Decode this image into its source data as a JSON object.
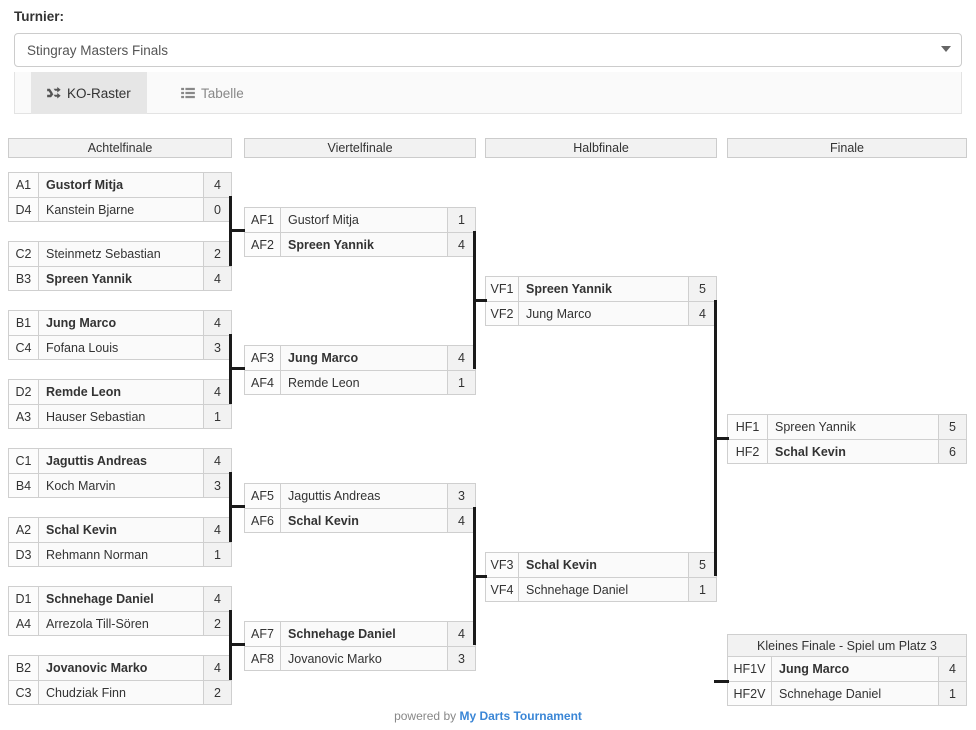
{
  "header": {
    "label": "Turnier:",
    "selected_tournament": "Stingray Masters Finals"
  },
  "tabs": [
    {
      "label": "KO-Raster",
      "icon": "shuffle-icon",
      "active": true
    },
    {
      "label": "Tabelle",
      "icon": "list-icon",
      "active": false
    }
  ],
  "rounds": [
    {
      "name": "Achtelfinale"
    },
    {
      "name": "Viertelfinale"
    },
    {
      "name": "Halbfinale"
    },
    {
      "name": "Finale"
    }
  ],
  "third_place": {
    "title": "Kleines Finale - Spiel um Platz 3"
  },
  "footer": {
    "prefix": "powered by ",
    "brand": "My Darts Tournament"
  },
  "bracket_data": {
    "round16": [
      {
        "top": {
          "seed": "A1",
          "name": "Gustorf Mitja",
          "score": "4",
          "winner": true
        },
        "bottom": {
          "seed": "D4",
          "name": "Kanstein Bjarne",
          "score": "0",
          "winner": false
        }
      },
      {
        "top": {
          "seed": "C2",
          "name": "Steinmetz Sebastian",
          "score": "2",
          "winner": false
        },
        "bottom": {
          "seed": "B3",
          "name": "Spreen Yannik",
          "score": "4",
          "winner": true
        }
      },
      {
        "top": {
          "seed": "B1",
          "name": "Jung Marco",
          "score": "4",
          "winner": true
        },
        "bottom": {
          "seed": "C4",
          "name": "Fofana Louis",
          "score": "3",
          "winner": false
        }
      },
      {
        "top": {
          "seed": "D2",
          "name": "Remde Leon",
          "score": "4",
          "winner": true
        },
        "bottom": {
          "seed": "A3",
          "name": "Hauser Sebastian",
          "score": "1",
          "winner": false
        }
      },
      {
        "top": {
          "seed": "C1",
          "name": "Jaguttis Andreas",
          "score": "4",
          "winner": true
        },
        "bottom": {
          "seed": "B4",
          "name": "Koch Marvin",
          "score": "3",
          "winner": false
        }
      },
      {
        "top": {
          "seed": "A2",
          "name": "Schal Kevin",
          "score": "4",
          "winner": true
        },
        "bottom": {
          "seed": "D3",
          "name": "Rehmann Norman",
          "score": "1",
          "winner": false
        }
      },
      {
        "top": {
          "seed": "D1",
          "name": "Schnehage Daniel",
          "score": "4",
          "winner": true
        },
        "bottom": {
          "seed": "A4",
          "name": "Arrezola Till-Sören",
          "score": "2",
          "winner": false
        }
      },
      {
        "top": {
          "seed": "B2",
          "name": "Jovanovic Marko",
          "score": "4",
          "winner": true
        },
        "bottom": {
          "seed": "C3",
          "name": "Chudziak Finn",
          "score": "2",
          "winner": false
        }
      }
    ],
    "quarters": [
      {
        "top": {
          "seed": "AF1",
          "name": "Gustorf Mitja",
          "score": "1",
          "winner": false
        },
        "bottom": {
          "seed": "AF2",
          "name": "Spreen Yannik",
          "score": "4",
          "winner": true
        }
      },
      {
        "top": {
          "seed": "AF3",
          "name": "Jung Marco",
          "score": "4",
          "winner": true
        },
        "bottom": {
          "seed": "AF4",
          "name": "Remde Leon",
          "score": "1",
          "winner": false
        }
      },
      {
        "top": {
          "seed": "AF5",
          "name": "Jaguttis Andreas",
          "score": "3",
          "winner": false
        },
        "bottom": {
          "seed": "AF6",
          "name": "Schal Kevin",
          "score": "4",
          "winner": true
        }
      },
      {
        "top": {
          "seed": "AF7",
          "name": "Schnehage Daniel",
          "score": "4",
          "winner": true
        },
        "bottom": {
          "seed": "AF8",
          "name": "Jovanovic Marko",
          "score": "3",
          "winner": false
        }
      }
    ],
    "semis": [
      {
        "top": {
          "seed": "VF1",
          "name": "Spreen Yannik",
          "score": "5",
          "winner": true
        },
        "bottom": {
          "seed": "VF2",
          "name": "Jung Marco",
          "score": "4",
          "winner": false
        }
      },
      {
        "top": {
          "seed": "VF3",
          "name": "Schal Kevin",
          "score": "5",
          "winner": true
        },
        "bottom": {
          "seed": "VF4",
          "name": "Schnehage Daniel",
          "score": "1",
          "winner": false
        }
      }
    ],
    "final": [
      {
        "top": {
          "seed": "HF1",
          "name": "Spreen Yannik",
          "score": "5",
          "winner": false
        },
        "bottom": {
          "seed": "HF2",
          "name": "Schal Kevin",
          "score": "6",
          "winner": true
        }
      }
    ],
    "third": [
      {
        "top": {
          "seed": "HF1V",
          "name": "Jung Marco",
          "score": "4",
          "winner": true
        },
        "bottom": {
          "seed": "HF2V",
          "name": "Schnehage Daniel",
          "score": "1",
          "winner": false
        }
      }
    ]
  }
}
